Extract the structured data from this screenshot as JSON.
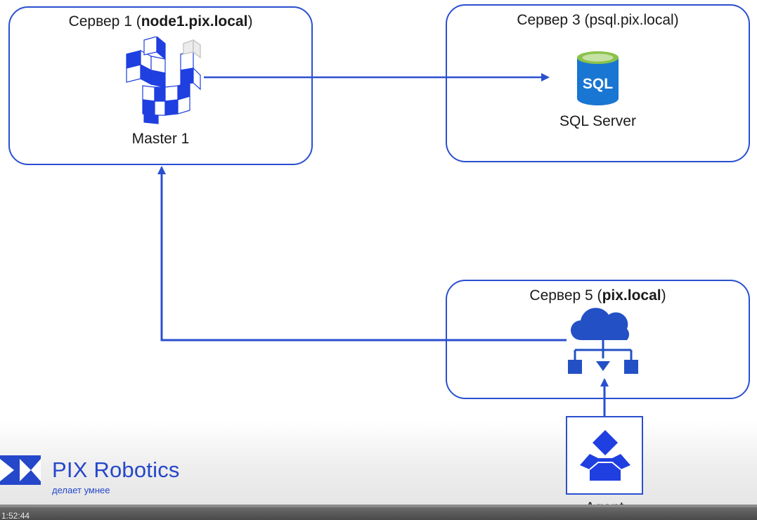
{
  "servers": {
    "server1": {
      "title_prefix": "Сервер 1 (",
      "title_host": "node1.pix.local",
      "title_suffix": ")",
      "node_label": "Master 1",
      "icon": "pix-master-icon"
    },
    "server3": {
      "title": "Сервер 3 (psql.pix.local)",
      "node_label": "SQL Server",
      "icon_text": "SQL",
      "icon": "sql-database-icon"
    },
    "server5": {
      "title_prefix": "Сервер 5 (",
      "title_host": "pix.local",
      "title_suffix": ")",
      "icon": "cloud-network-icon"
    }
  },
  "agent": {
    "label": "Agent",
    "icon": "agent-icon"
  },
  "brand": {
    "name": "PIX Robotics",
    "tagline": "делает умнее",
    "icon": "pix-logo-icon"
  },
  "video": {
    "timecode": "1:52:44"
  },
  "colors": {
    "accent": "#2a4fd0",
    "icon_blue": "#1f3fe0",
    "sql_blue": "#1976d2",
    "sql_top": "#8bc34a",
    "cloud_blue": "#2350c4"
  }
}
